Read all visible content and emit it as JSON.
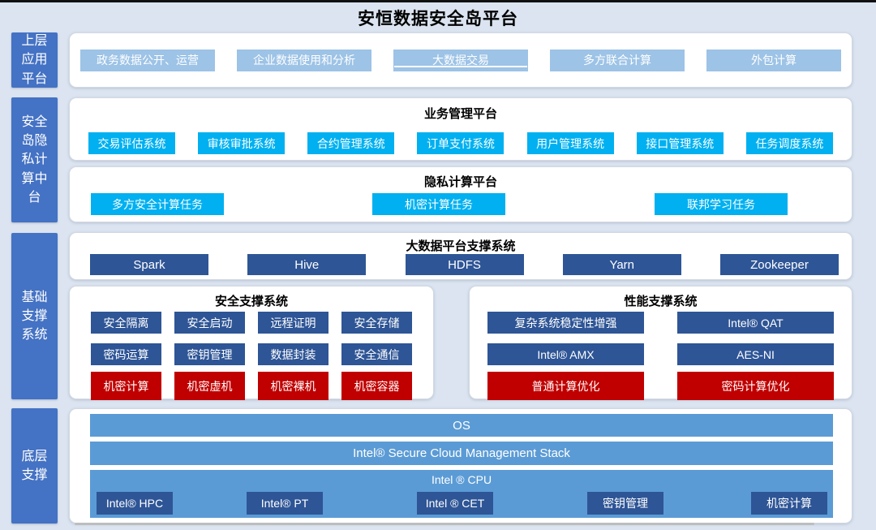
{
  "title": "安恒数据安全岛平台",
  "palette": {
    "background": "#dbe4f0",
    "sidebar_blue": "#4472c4",
    "light_blue": "#9dc3e6",
    "cyan": "#00b0f0",
    "navy": "#2e5596",
    "red": "#c00000",
    "mid_blue": "#5b9bd5",
    "panel_white": "#ffffff"
  },
  "sidebar": {
    "items": [
      {
        "label": "上层应用平台"
      },
      {
        "label": "安全岛隐私计算中台"
      },
      {
        "label": "基础支撑系统"
      },
      {
        "label": "底层支撑"
      }
    ]
  },
  "upper_apps": {
    "items": [
      "政务数据公开、运营",
      "企业数据使用和分析",
      "大数据交易",
      "多方联合计算",
      "外包计算"
    ]
  },
  "business_platform": {
    "title": "业务管理平台",
    "items": [
      "交易评估系统",
      "审核审批系统",
      "合约管理系统",
      "订单支付系统",
      "用户管理系统",
      "接口管理系统",
      "任务调度系统"
    ]
  },
  "privacy_platform": {
    "title": "隐私计算平台",
    "items": [
      "多方安全计算任务",
      "机密计算任务",
      "联邦学习任务"
    ]
  },
  "bigdata_platform": {
    "title": "大数据平台支撑系统",
    "items": [
      "Spark",
      "Hive",
      "HDFS",
      "Yarn",
      "Zookeeper"
    ]
  },
  "security_support": {
    "title": "安全支撑系统",
    "row1": [
      "安全隔离",
      "安全启动",
      "远程证明",
      "安全存储"
    ],
    "row2": [
      "密码运算",
      "密钥管理",
      "数据封装",
      "安全通信"
    ],
    "row3": [
      "机密计算",
      "机密虚机",
      "机密裸机",
      "机密容器"
    ]
  },
  "performance_support": {
    "title": "性能支撑系统",
    "row1": [
      "复杂系统稳定性增强",
      "Intel® QAT"
    ],
    "row2": [
      "Intel® AMX",
      "AES-NI"
    ],
    "row3": [
      "普通计算优化",
      "密码计算优化"
    ]
  },
  "bottom_layer": {
    "os": "OS",
    "stack": "Intel® Secure Cloud Management Stack",
    "cpu": "Intel ® CPU",
    "cpu_items": [
      "Intel® HPC",
      "Intel® PT",
      "Intel ® CET",
      "密钥管理",
      "机密计算"
    ]
  }
}
